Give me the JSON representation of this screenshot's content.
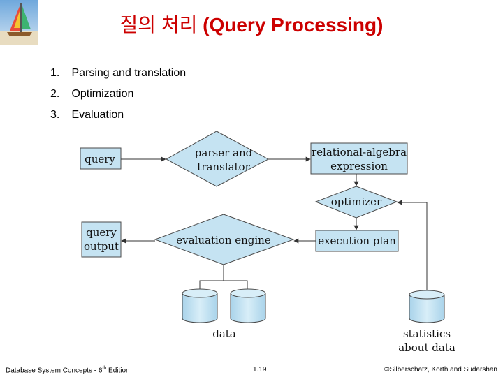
{
  "title": {
    "korean": "질의 처리",
    "english": "(Query Processing)"
  },
  "steps": [
    {
      "number": "1.",
      "text": "Parsing and translation"
    },
    {
      "number": "2.",
      "text": "Optimization"
    },
    {
      "number": "3.",
      "text": "Evaluation"
    }
  ],
  "diagram": {
    "query": "query",
    "parser_line1": "parser and",
    "parser_line2": "translator",
    "ra_line1": "relational-algebra",
    "ra_line2": "expression",
    "optimizer": "optimizer",
    "execution_plan": "execution plan",
    "evaluation_engine": "evaluation engine",
    "output_line1": "query",
    "output_line2": "output",
    "data": "data",
    "stats_line1": "statistics",
    "stats_line2": "about data"
  },
  "footer": {
    "left_prefix": "Database System Concepts - 6",
    "left_sup": "th",
    "left_suffix": " Edition",
    "center": "1.19",
    "right": "©Silberschatz, Korth and Sudarshan"
  },
  "colors": {
    "title": "#cc0000",
    "box_fill": "#c5e3f2",
    "box_stroke": "#4a4a4a"
  }
}
